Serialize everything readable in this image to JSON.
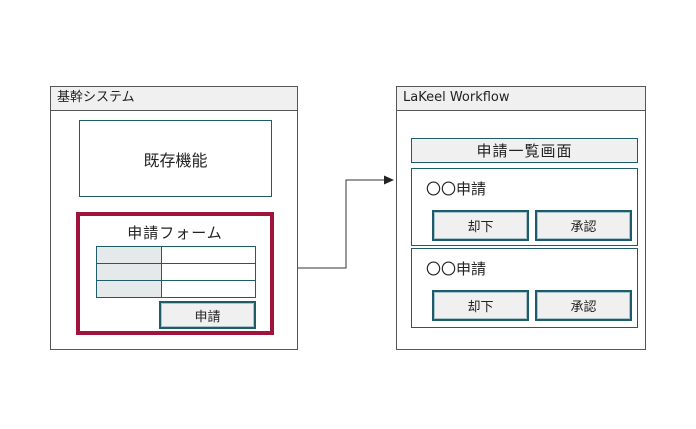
{
  "left_window": {
    "title": "基幹システム",
    "existing_feature_label": "既存機能",
    "form": {
      "title": "申請フォーム",
      "submit_label": "申請"
    }
  },
  "right_window": {
    "title": "LaKeel Workflow",
    "list_title": "申請一覧画面",
    "items": [
      {
        "label": "〇〇申請",
        "reject_label": "却下",
        "approve_label": "承認"
      },
      {
        "label": "〇〇申請",
        "reject_label": "却下",
        "approve_label": "承認"
      }
    ]
  },
  "colors": {
    "frame": "#1f5c6a",
    "form_highlight": "#a0143c",
    "window_border": "#555555",
    "title_bar": "#f0f0f0"
  }
}
